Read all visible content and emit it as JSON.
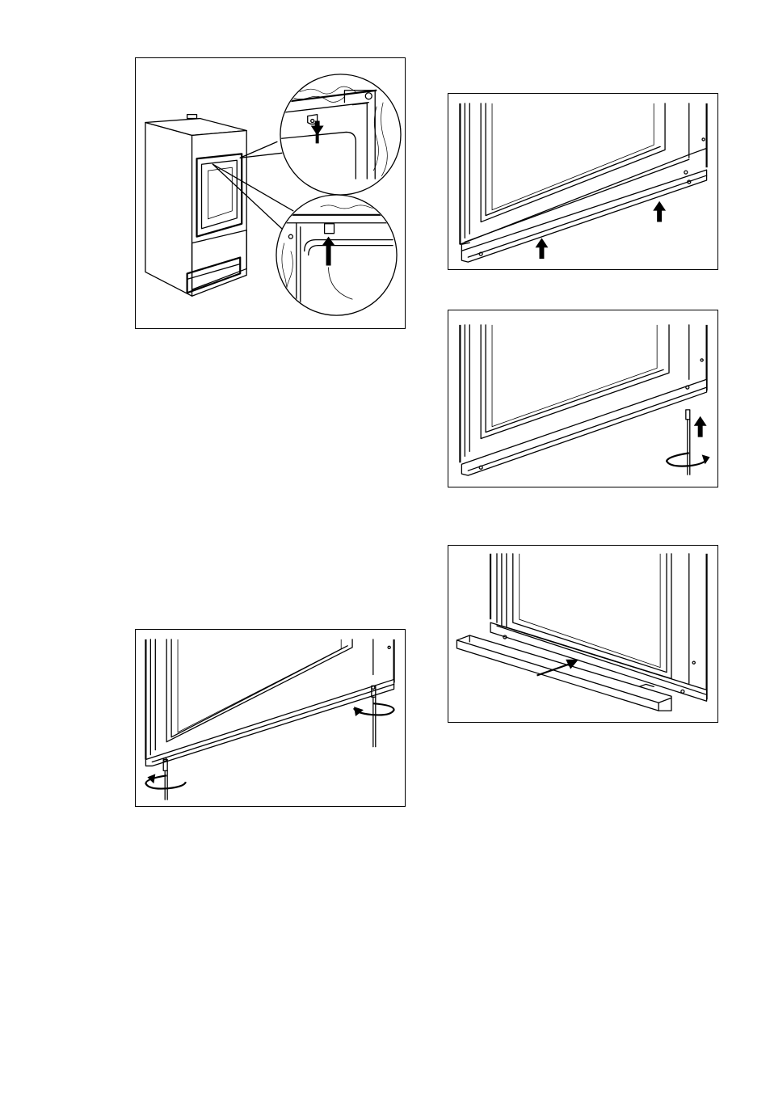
{
  "document": {
    "type": "installation-instructions-page",
    "figures": [
      {
        "id": "fig-1",
        "depicts": "cabinet-with-door-hinge-detail-callouts"
      },
      {
        "id": "fig-2",
        "depicts": "door-bottom-rail-lift-into-place"
      },
      {
        "id": "fig-3",
        "depicts": "door-bottom-rail-screw-fastening-right"
      },
      {
        "id": "fig-4",
        "depicts": "cover-strip-slide-in"
      },
      {
        "id": "fig-5",
        "depicts": "door-bottom-rail-screw-fastening-both-sides"
      }
    ],
    "colors": {
      "line": "#000000",
      "background": "#ffffff"
    }
  }
}
